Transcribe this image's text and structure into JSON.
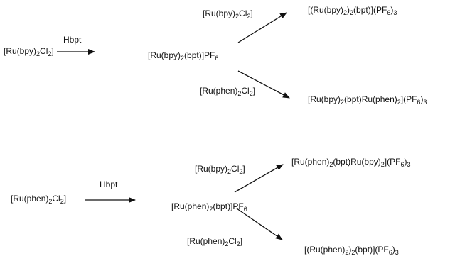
{
  "scheme_top": {
    "start": {
      "pre": "[Ru(bpy)",
      "sub1": "2",
      "mid": "Cl",
      "sub2": "2",
      "post": "]"
    },
    "reagent": "Hbpt",
    "intermediate": {
      "pre": "[Ru(bpy)",
      "sub1": "2",
      "mid": "(bpt)]PF",
      "sub2": "6"
    },
    "branch_upper_reagent": {
      "pre": "[Ru(bpy)",
      "sub1": "2",
      "mid": "Cl",
      "sub2": "2",
      "post": "]"
    },
    "branch_lower_reagent": {
      "pre": "[Ru(phen)",
      "sub1": "2",
      "mid": "Cl",
      "sub2": "2",
      "post": "]"
    },
    "product_upper": {
      "a": "[(Ru(bpy)",
      "s1": "2",
      "b": ")",
      "s2": "2",
      "c": "(bpt)](PF",
      "s3": "6",
      "d": ")",
      "s4": "3"
    },
    "product_lower": {
      "a": "[Ru(bpy)",
      "s1": "2",
      "b": "(bpt)Ru(phen)",
      "s2": "2",
      "c": "](PF",
      "s3": "6",
      "d": ")",
      "s4": "3"
    }
  },
  "scheme_bottom": {
    "start": {
      "pre": "[Ru(phen)",
      "sub1": "2",
      "mid": "Cl",
      "sub2": "2",
      "post": "]"
    },
    "reagent": "Hbpt",
    "intermediate": {
      "pre": "[Ru(phen)",
      "sub1": "2",
      "mid": "(bpt)]PF",
      "sub2": "6"
    },
    "branch_upper_reagent": {
      "pre": "[Ru(bpy)",
      "sub1": "2",
      "mid": "Cl",
      "sub2": "2",
      "post": "]"
    },
    "branch_lower_reagent": {
      "pre": "[Ru(phen)",
      "sub1": "2",
      "mid": "Cl",
      "sub2": "2",
      "post": "]"
    },
    "product_upper": {
      "a": "[Ru(phen)",
      "s1": "2",
      "b": "(bpt)Ru(bpy)",
      "s2": "2",
      "c": "](PF",
      "s3": "6",
      "d": ")",
      "s4": "3"
    },
    "product_lower": {
      "a": "[(Ru(phen)",
      "s1": "2",
      "b": ")",
      "s2": "2",
      "c": "(bpt)](PF",
      "s3": "6",
      "d": ")",
      "s4": "3"
    }
  }
}
